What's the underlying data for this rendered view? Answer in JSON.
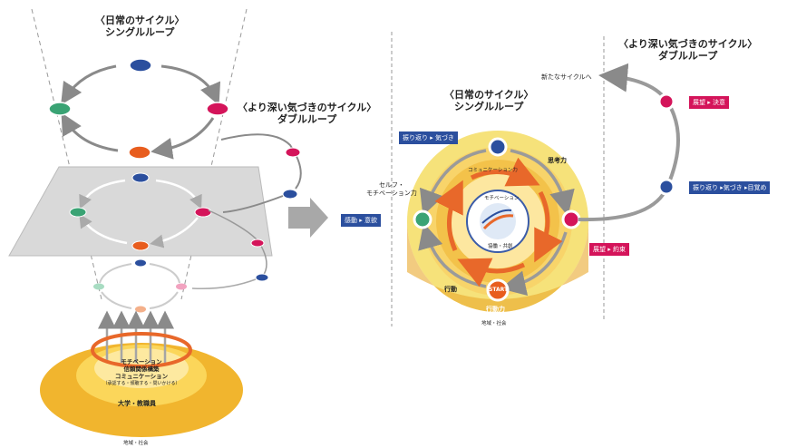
{
  "left": {
    "single_loop_title": "〈日常のサイクル〉",
    "single_loop_sub": "シングルループ",
    "double_loop_title": "〈より深い気づきのサイクル〉",
    "double_loop_sub": "ダブルループ",
    "base": {
      "line1": "モチベーション",
      "line2": "信頼関係構築",
      "line3": "コミュニケーション",
      "line4": "（承認する・傾聴する・問いかける）",
      "line5": "大学・教職員",
      "outer": "地域・社会"
    }
  },
  "right": {
    "double_loop_title": "〈より深い気づきのサイクル〉",
    "double_loop_sub": "ダブルループ",
    "new_cycle": "新たなサイクルへ",
    "single_loop_title": "〈日常のサイクル〉",
    "single_loop_sub": "シングルループ",
    "tag_reflect": "振り返り ▸ 気づき",
    "tag_vision_decide": "展望 ▸ 決意",
    "tag_reflect_awaken": "振り返り ▸気づき ▸目覚め",
    "tag_emotion": "感動 ▸ 意欲",
    "tag_vision_promise": "展望 ▸ 約束",
    "label_thinking": "思考力",
    "label_self": "セルフ・",
    "label_motivation": "モチベーション力",
    "label_communication": "コミュニケーション力",
    "label_action_power": "行動力",
    "label_action": "行動",
    "start": "START",
    "emblem_text": "モチベーション",
    "emblem_bottom": "協働・共創",
    "outer": "地域・社会"
  },
  "colors": {
    "blue": "#2b4f9e",
    "pink": "#d4145a",
    "green": "#3aa374",
    "orange": "#e85d1e",
    "yellow": "#f6c93a",
    "gold": "#e9a92c"
  }
}
